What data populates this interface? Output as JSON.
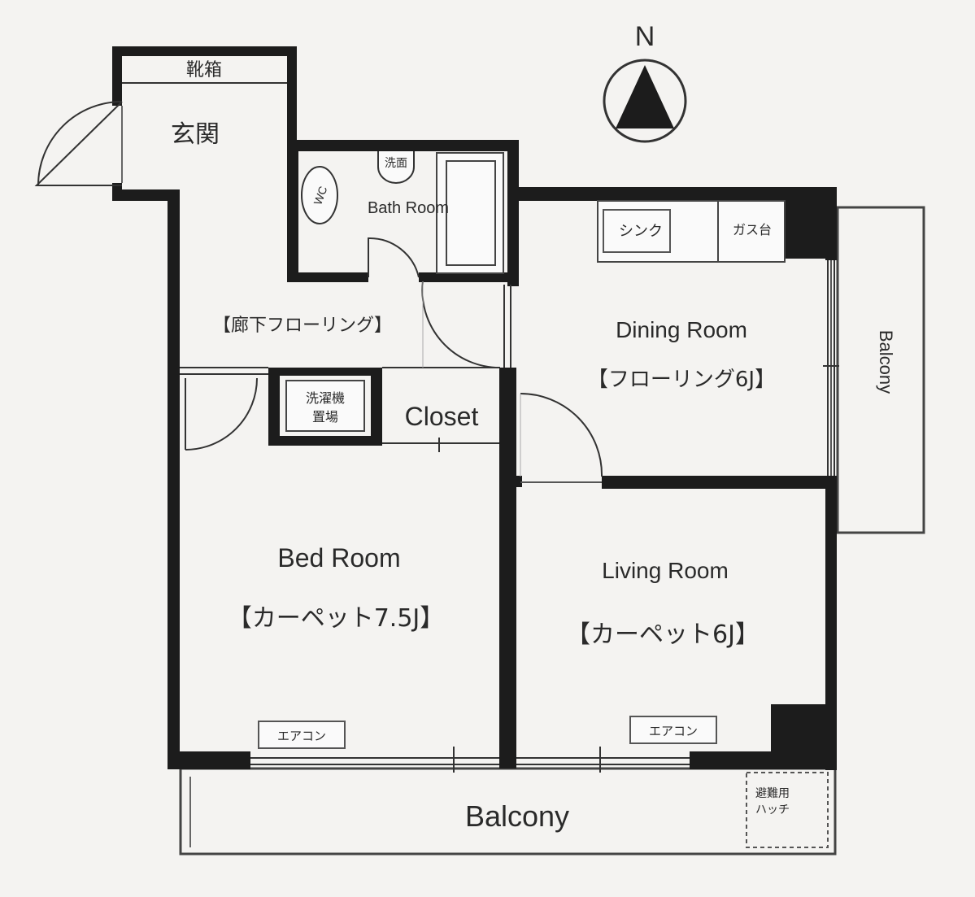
{
  "compass": {
    "north_label": "N"
  },
  "rooms": {
    "shoe_box": "靴箱",
    "entrance": "玄関",
    "toilet": "WC",
    "washbasin": "洗面",
    "bath_room": "Bath Room",
    "hallway": "【廊下フローリング】",
    "laundry_line1": "洗濯機",
    "laundry_line2": "置場",
    "closet": "Closet",
    "sink": "シンク",
    "gas_stove": "ガス台",
    "dining_name": "Dining Room",
    "dining_floor": "【フローリング6J】",
    "side_balcony": "Balcony",
    "bed_name": "Bed Room",
    "bed_floor": "【カーペット7.5J】",
    "living_name": "Living Room",
    "living_floor": "【カーペット6J】",
    "aircon_bed": "エアコン",
    "aircon_living": "エアコン",
    "balcony": "Balcony",
    "hatch_line1": "避難用",
    "hatch_line2": "ハッチ"
  }
}
